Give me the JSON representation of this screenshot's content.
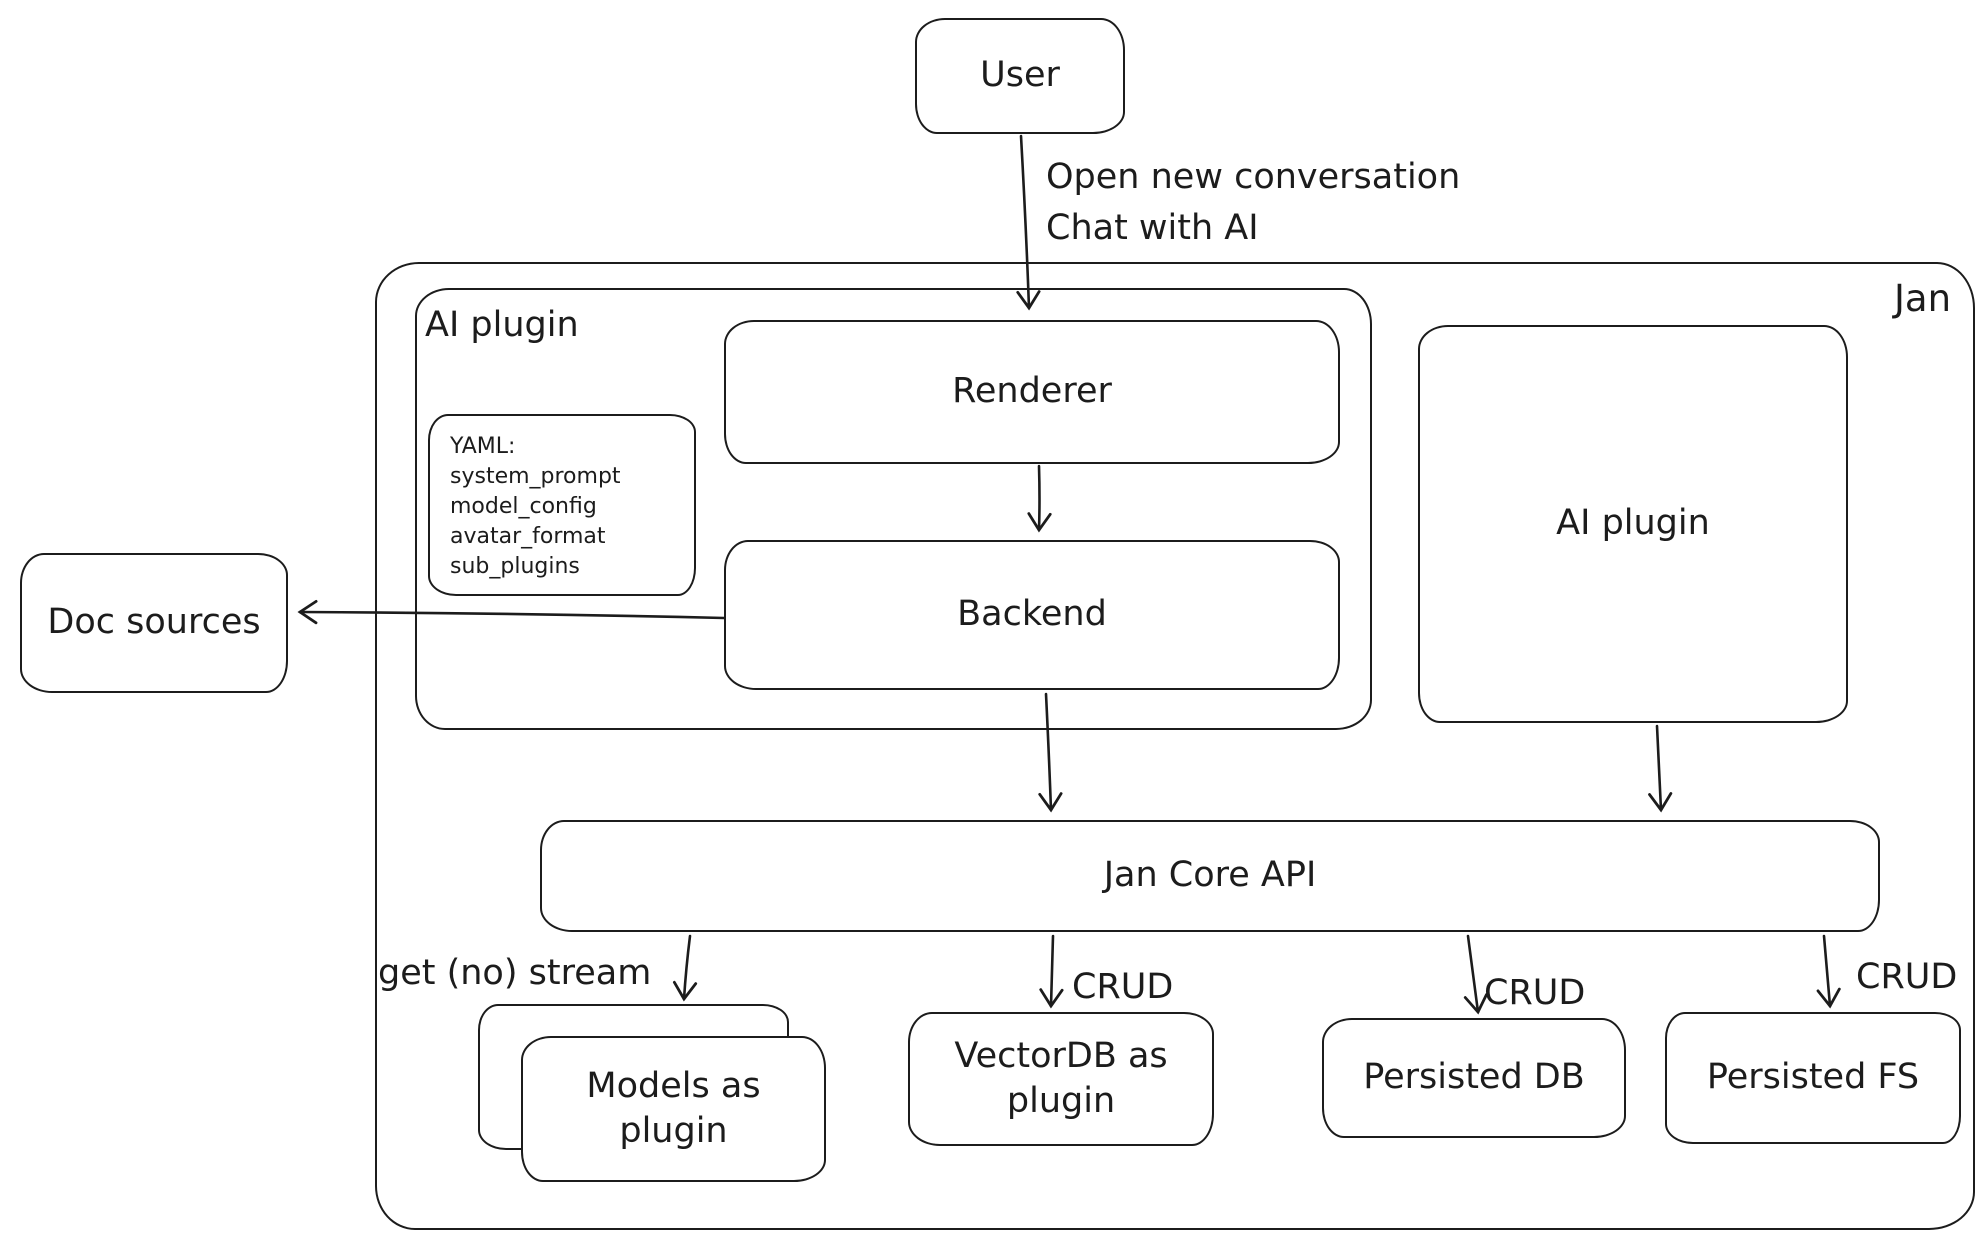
{
  "nodes": {
    "user": "User",
    "jan": "Jan",
    "ai_plugin_group": "AI plugin",
    "renderer": "Renderer",
    "backend": "Backend",
    "yaml_note": [
      "YAML:",
      "system_prompt",
      "model_config",
      "avatar_format",
      "sub_plugins"
    ],
    "ai_plugin": "AI plugin",
    "jan_core_api": "Jan Core API",
    "models_as_plugin": "Models as\nplugin",
    "vectordb_as_plugin": "VectorDB as\nplugin",
    "persisted_db": "Persisted DB",
    "persisted_fs": "Persisted FS",
    "doc_sources": "Doc sources"
  },
  "edges": {
    "user_to_renderer": "Open new conversation\nChat with AI",
    "core_to_models": "get (no) stream",
    "core_to_vectordb": "CRUD",
    "core_to_persisted_db": "CRUD",
    "core_to_persisted_fs": "CRUD"
  }
}
